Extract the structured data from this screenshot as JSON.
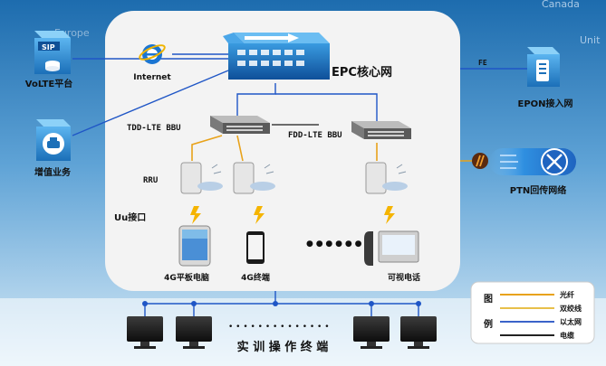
{
  "map_labels": {
    "europe": "Europe",
    "canada": "Canada",
    "united": "Unit"
  },
  "nodes": {
    "epc": "EPC核心网",
    "internet": "Internet",
    "sip_badge": "SIP",
    "volte": "VoLTE平台",
    "vas": "增值业务",
    "fe": "FE",
    "epon": "EPON接入网",
    "ptn": "PTN回传网络",
    "tdd_bbu": "TDD-LTE BBU",
    "fdd_bbu": "FDD-LTE BBU",
    "rru": "RRU",
    "uu": "Uu接口",
    "tablet": "4G平板电脑",
    "phone": "4G终端",
    "videophone": "可视电话",
    "ellipsis": "● ● ● ● ● ●",
    "training_terminals": "实 训 操 作 终 端"
  },
  "legend": {
    "title_top": "图",
    "title_bottom": "例",
    "items": [
      {
        "label": "光纤",
        "color": "#e8a21a"
      },
      {
        "label": "双绞线",
        "color": "#e8c04a"
      },
      {
        "label": "以太网",
        "color": "#3a63c9"
      },
      {
        "label": "电缆",
        "color": "#222222"
      }
    ]
  },
  "colors": {
    "ethernet": "#1f56c6",
    "fiber": "#e8a21a",
    "cable": "#1a1a1a",
    "panel": "#f2f2f2"
  }
}
